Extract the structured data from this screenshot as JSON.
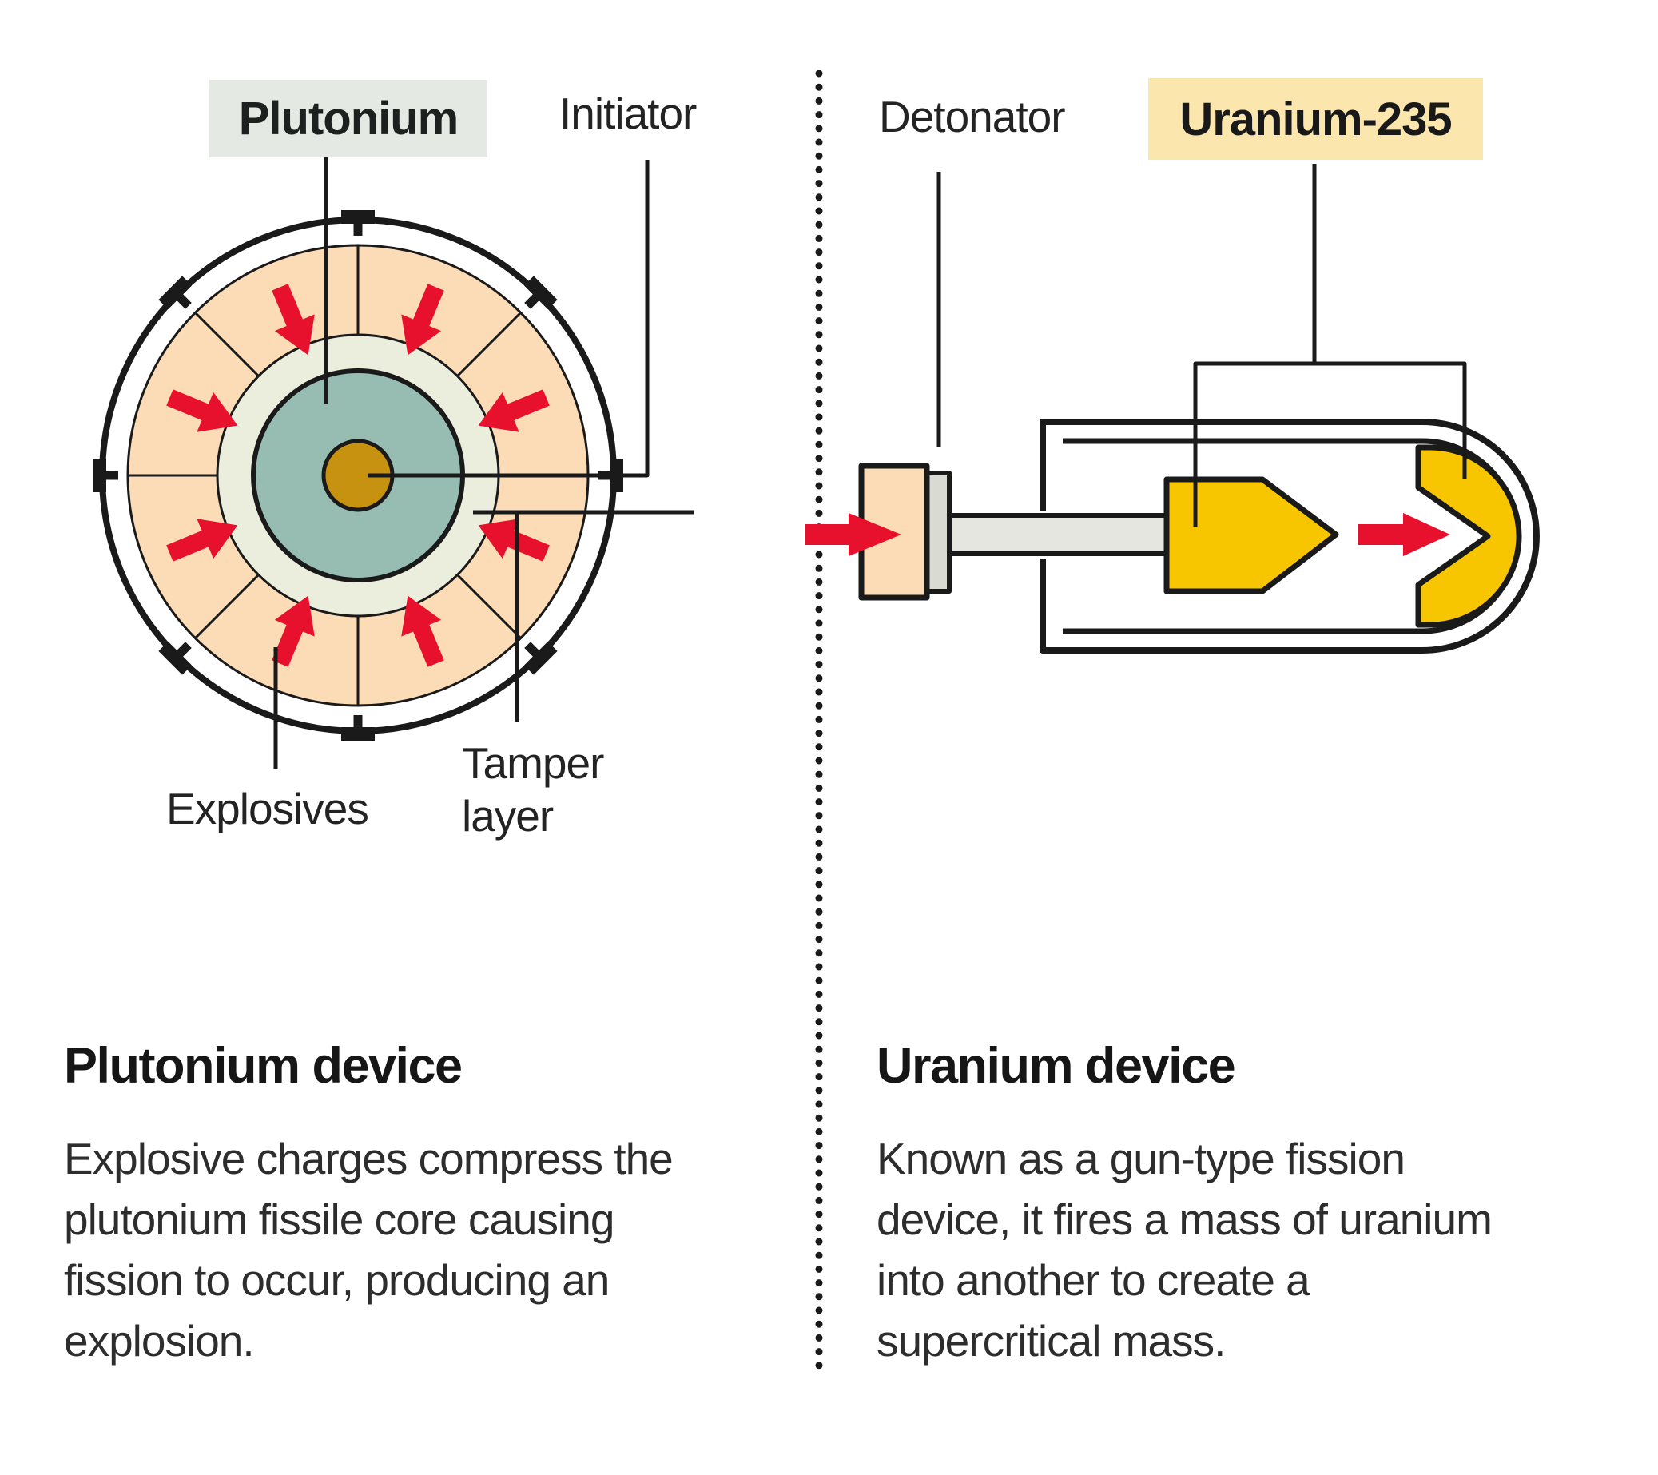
{
  "colors": {
    "ink": "#1a1a1a",
    "arrow_red": "#e8112d",
    "explosive_peach": "#fbdcb7",
    "tamper_cream": "#eceedd",
    "core_teal": "#97bdb2",
    "initiator_gold": "#c79210",
    "uranium_yellow": "#f7c600",
    "metal_gray": "#e5e6e0",
    "plate_gray": "#d9dbd3",
    "plutonium_highlight": "#e4eae3",
    "uranium_highlight": "#fbe7ae"
  },
  "left": {
    "label_plutonium": "Plutonium",
    "label_initiator": "Initiator",
    "label_explosives": "Explosives",
    "label_tamper_lines": [
      "Tamper",
      "layer"
    ],
    "heading": "Plutonium device",
    "body_lines": [
      "Explosive charges compress the",
      "plutonium fissile core causing",
      "fission to occur, producing an",
      "explosion."
    ]
  },
  "right": {
    "label_detonator": "Detonator",
    "label_uranium": "Uranium-235",
    "heading": "Uranium device",
    "body_lines": [
      "Known as a gun-type fission",
      "device, it fires a mass of uranium",
      "into another to create a",
      "supercritical mass."
    ]
  }
}
